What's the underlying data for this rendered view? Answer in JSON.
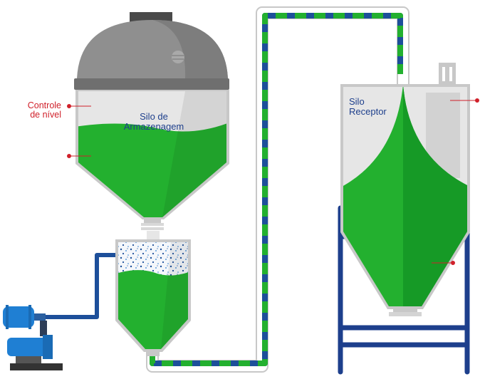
{
  "labels": {
    "level_control_line1": "Controle",
    "level_control_line2": "de nível",
    "storage_silo_line1": "Silo de",
    "storage_silo_line2": "Armazenagem",
    "receiver_silo_line1": "Silo",
    "receiver_silo_line2": "Receptor"
  },
  "colors": {
    "material_green": "#23b02f",
    "material_dark_green": "#169a26",
    "silo_gray": "#c8c8c8",
    "silo_light": "#e6e6e6",
    "dome_gray": "#8f8f8f",
    "pipe_blue": "#1d4f9a",
    "frame_navy": "#1d3f8c",
    "marker_red": "#d0202a",
    "motor_blue": "#1f7fd3"
  },
  "icons": {
    "storage_silo": "silo-storage-icon",
    "receiver_silo": "silo-receiver-icon",
    "pressure_vessel": "pressure-vessel-icon",
    "blower": "blower-motor-icon",
    "conveying_pipe": "pipe-icon"
  }
}
